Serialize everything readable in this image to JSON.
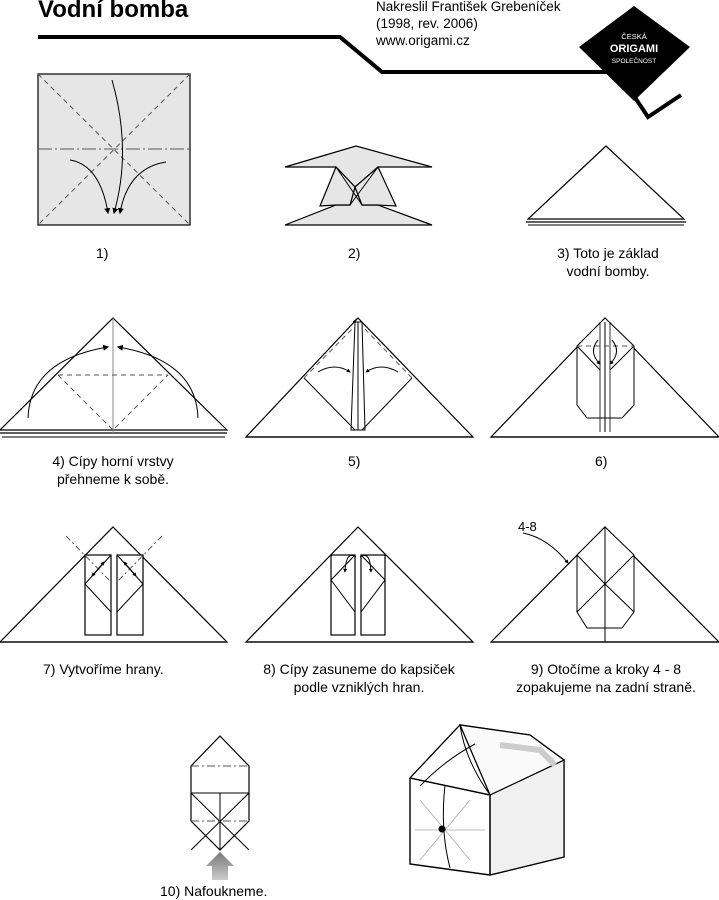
{
  "title": "Vodní bomba",
  "credits": {
    "author": "Nakreslil František Grebeníček",
    "years": "(1998, rev. 2006)",
    "website": "www.origami.cz"
  },
  "logo": {
    "top_text": "ČESKÁ",
    "main_text": "ORIGAMI",
    "bottom_text": "SPOLEČNOST",
    "color": "#000000"
  },
  "steps": [
    {
      "number": "1)",
      "line1": "1)",
      "line2": ""
    },
    {
      "number": "2)",
      "line1": "2)",
      "line2": ""
    },
    {
      "number": "3)",
      "line1": "3) Toto je základ",
      "line2": "vodní bomby."
    },
    {
      "number": "4)",
      "line1": "4) Cípy horní vrstvy",
      "line2": "přehneme k sobě."
    },
    {
      "number": "5)",
      "line1": "5)",
      "line2": ""
    },
    {
      "number": "6)",
      "line1": "6)",
      "line2": ""
    },
    {
      "number": "7)",
      "line1": "7) Vytvoříme hrany.",
      "line2": ""
    },
    {
      "number": "8)",
      "line1": "8) Cípy zasuneme do kapsiček",
      "line2": "podle vzniklých hran."
    },
    {
      "number": "9)",
      "line1": "9) Otočíme a kroky 4 - 8",
      "line2": "zopakujeme na zadní straně."
    },
    {
      "number": "10)",
      "line1": "10) Nafoukneme.",
      "line2": ""
    }
  ],
  "step9_reference": "4-8",
  "colors": {
    "paper_fill": "#e6e6e6",
    "line": "#000000",
    "arrow_gray": "#999999"
  }
}
